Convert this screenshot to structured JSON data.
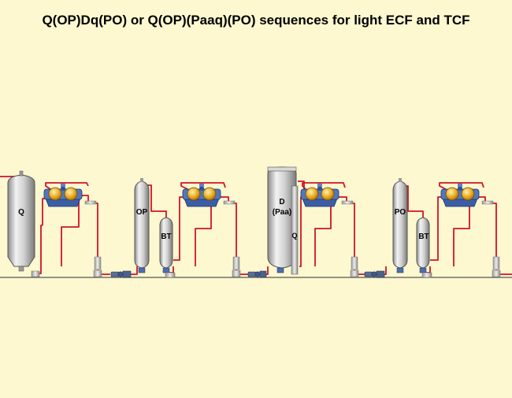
{
  "title": "Q(OP)Dq(PO) or Q(OP)(Paaq)(PO) sequences for light ECF and TCF",
  "stages": {
    "q1": "Q",
    "op": "OP",
    "bt1": "BT",
    "d": "D",
    "paa": "(Paa)",
    "q2": "Q",
    "po": "PO",
    "bt2": "BT"
  },
  "colors": {
    "background": "#fdf8cf",
    "pipe": "#d1122b",
    "vessel": "#c8c8c8",
    "washer_drum": "#e6a21e",
    "washer_body": "#4a6fb0"
  }
}
